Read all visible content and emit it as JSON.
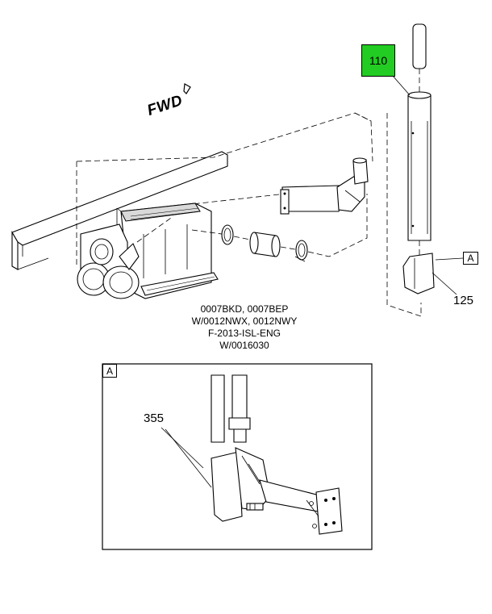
{
  "diagram": {
    "forward_label": "FWD",
    "callouts": {
      "part_110": "110",
      "part_125": "125",
      "part_355": "355",
      "view_a_ref": "A",
      "view_a_title": "A"
    },
    "caption_lines": [
      "0007BKD, 0007BEP",
      "W/0012NWX, 0012NWY",
      "F-2013-ISL-ENG",
      "W/0016030"
    ],
    "colors": {
      "highlight": "#22cc22",
      "line": "#000000"
    }
  }
}
